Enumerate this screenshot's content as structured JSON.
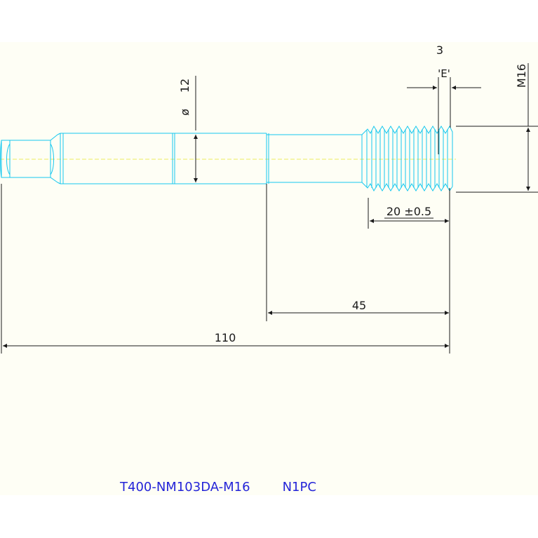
{
  "colors": {
    "background_band": "#fefef5",
    "part_outline": "#16c8ef",
    "centerline": "#ecec60",
    "dimension": "#1a1a1a",
    "title_text": "#2424d8"
  },
  "dimensions": {
    "overall_length": "110",
    "shoulder_to_end": "45",
    "thread_length": "20 ±0.5",
    "diameter_symbol": "ø",
    "diameter_value": "12",
    "groove": "3",
    "detail_label": "'E'",
    "thread_size": "M16"
  },
  "title_block": {
    "part_number": "T400-NM103DA-M16",
    "quantity": "N1PC"
  }
}
